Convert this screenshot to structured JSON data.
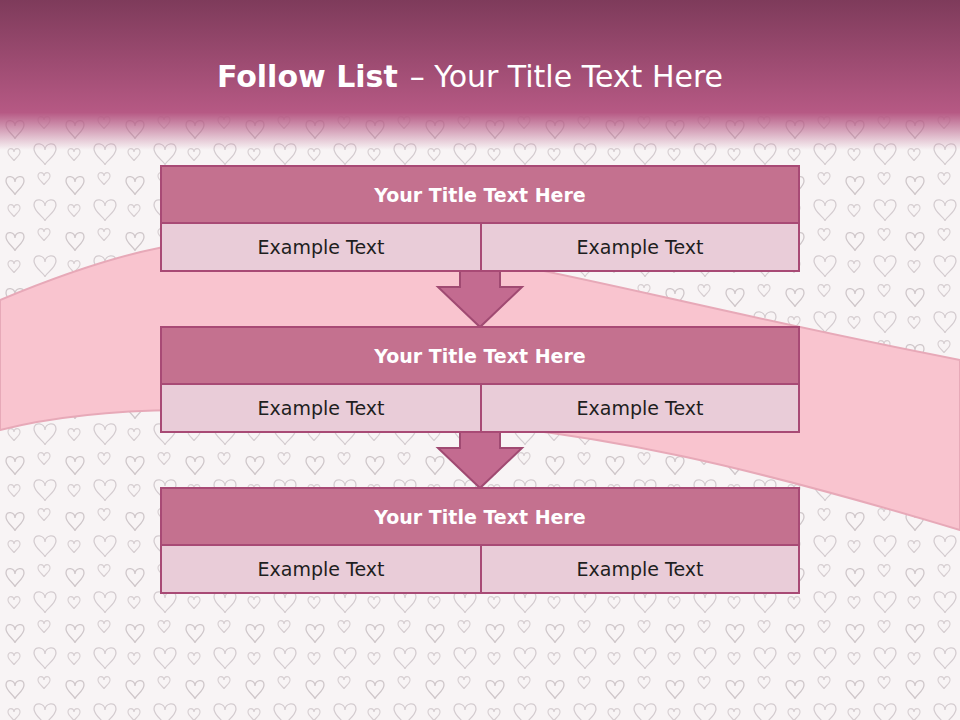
{
  "diagram": {
    "title": "Follow List",
    "nodes": [
      {
        "text": [
          "Your Title Text Here"
        ]
      },
      {
        "text": [
          "Example Text"
        ],
        "in": 0
      },
      {
        "text": [
          "Example Text"
        ],
        "in": 0
      },
      {
        "text": [
          "Your Title Text Here"
        ]
      },
      {
        "text": [
          "Example Text"
        ],
        "in": 3
      },
      {
        "text": [
          "Example Text"
        ],
        "in": 3
      },
      {
        "text": [
          "Your Title Text Here"
        ]
      },
      {
        "text": [
          "Example Text"
        ],
        "in": 6
      },
      {
        "text": [
          "Example Text"
        ],
        "in": 6
      }
    ],
    "edges": [
      {
        "from": 0,
        "to": 3,
        "arrow": "to"
      },
      {
        "from": 3,
        "to": 6,
        "arrow": "to"
      }
    ],
    "labels": [
      "– Your Title Text Here"
    ]
  }
}
